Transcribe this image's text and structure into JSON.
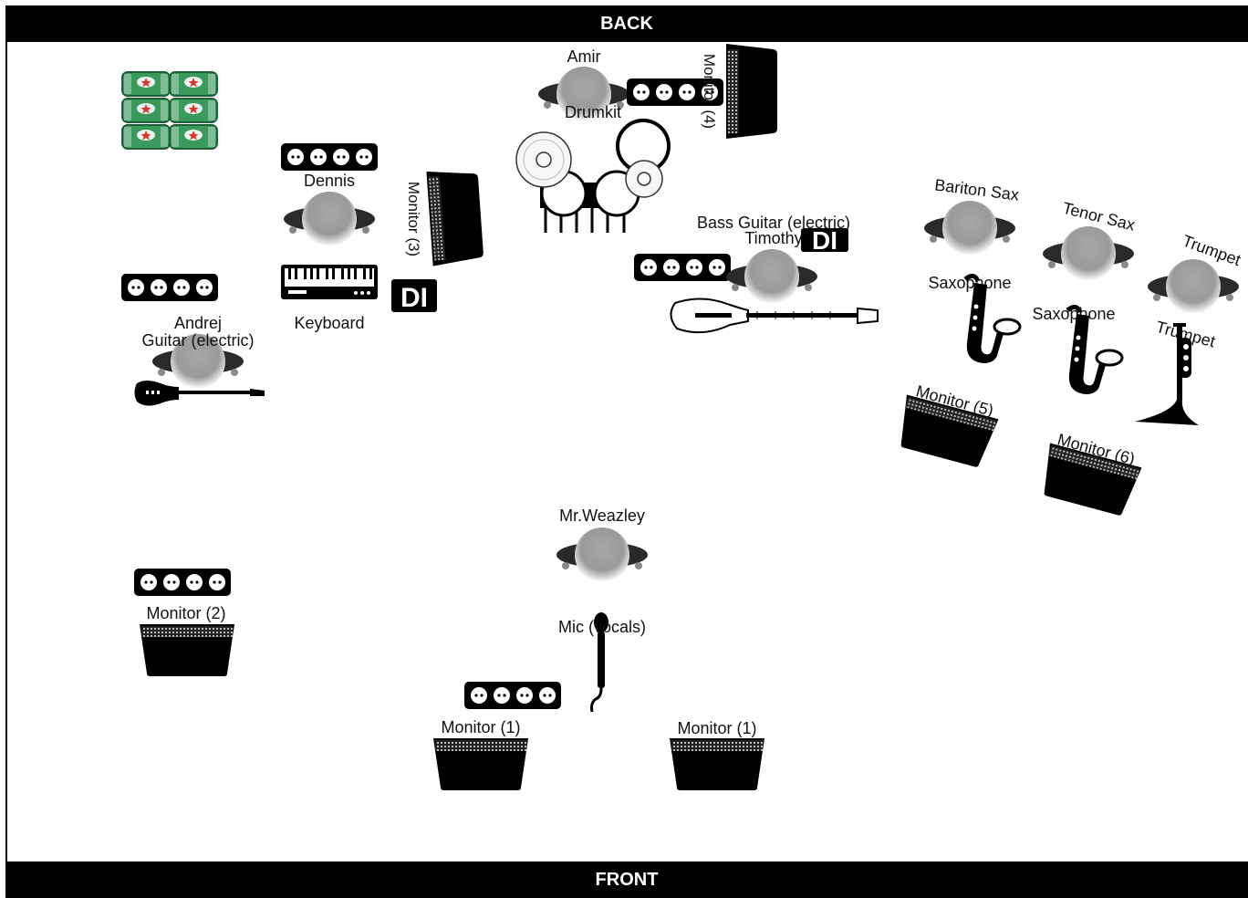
{
  "stage": {
    "back_label": "BACK",
    "front_label": "FRONT"
  },
  "colors": {
    "bar": "#000000",
    "person_head": "#9a9a9a",
    "crate": "#3a9a5c",
    "crate_star": "#e0322b"
  },
  "people": [
    {
      "id": "amir",
      "name": "Amir"
    },
    {
      "id": "dennis",
      "name": "Dennis"
    },
    {
      "id": "andrej",
      "name": "Andrej"
    },
    {
      "id": "timothy",
      "name": "Timothy"
    },
    {
      "id": "bariton-sax-player",
      "name": "Bariton Sax"
    },
    {
      "id": "tenor-sax-player",
      "name": "Tenor Sax"
    },
    {
      "id": "trumpet-player",
      "name": "Trumpet"
    },
    {
      "id": "mr-weazley",
      "name": "Mr.Weazley"
    }
  ],
  "instruments": {
    "drumkit": "Drumkit",
    "keyboard": "Keyboard",
    "guitar": "Guitar (electric)",
    "bass": "Bass Guitar (electric)",
    "sax1": "Saxophone",
    "sax2": "Saxophone",
    "trumpet": "Trumpet",
    "mic": "Mic (vocals)"
  },
  "monitors": {
    "m1a": "Monitor (1)",
    "m1b": "Monitor (1)",
    "m2": "Monitor (2)",
    "m3": "Monitor (3)",
    "m4": "Monitor (4)",
    "m5": "Monitor (5)",
    "m6": "Monitor (6)"
  },
  "di_label": "DI",
  "icons": [
    "power-strip-icon",
    "wedge-monitor-icon",
    "drumkit-icon",
    "keyboard-icon",
    "electric-guitar-icon",
    "bass-guitar-icon",
    "saxophone-icon",
    "trumpet-icon",
    "microphone-icon",
    "beer-crate-icon",
    "musician-icon",
    "di-box-icon"
  ]
}
